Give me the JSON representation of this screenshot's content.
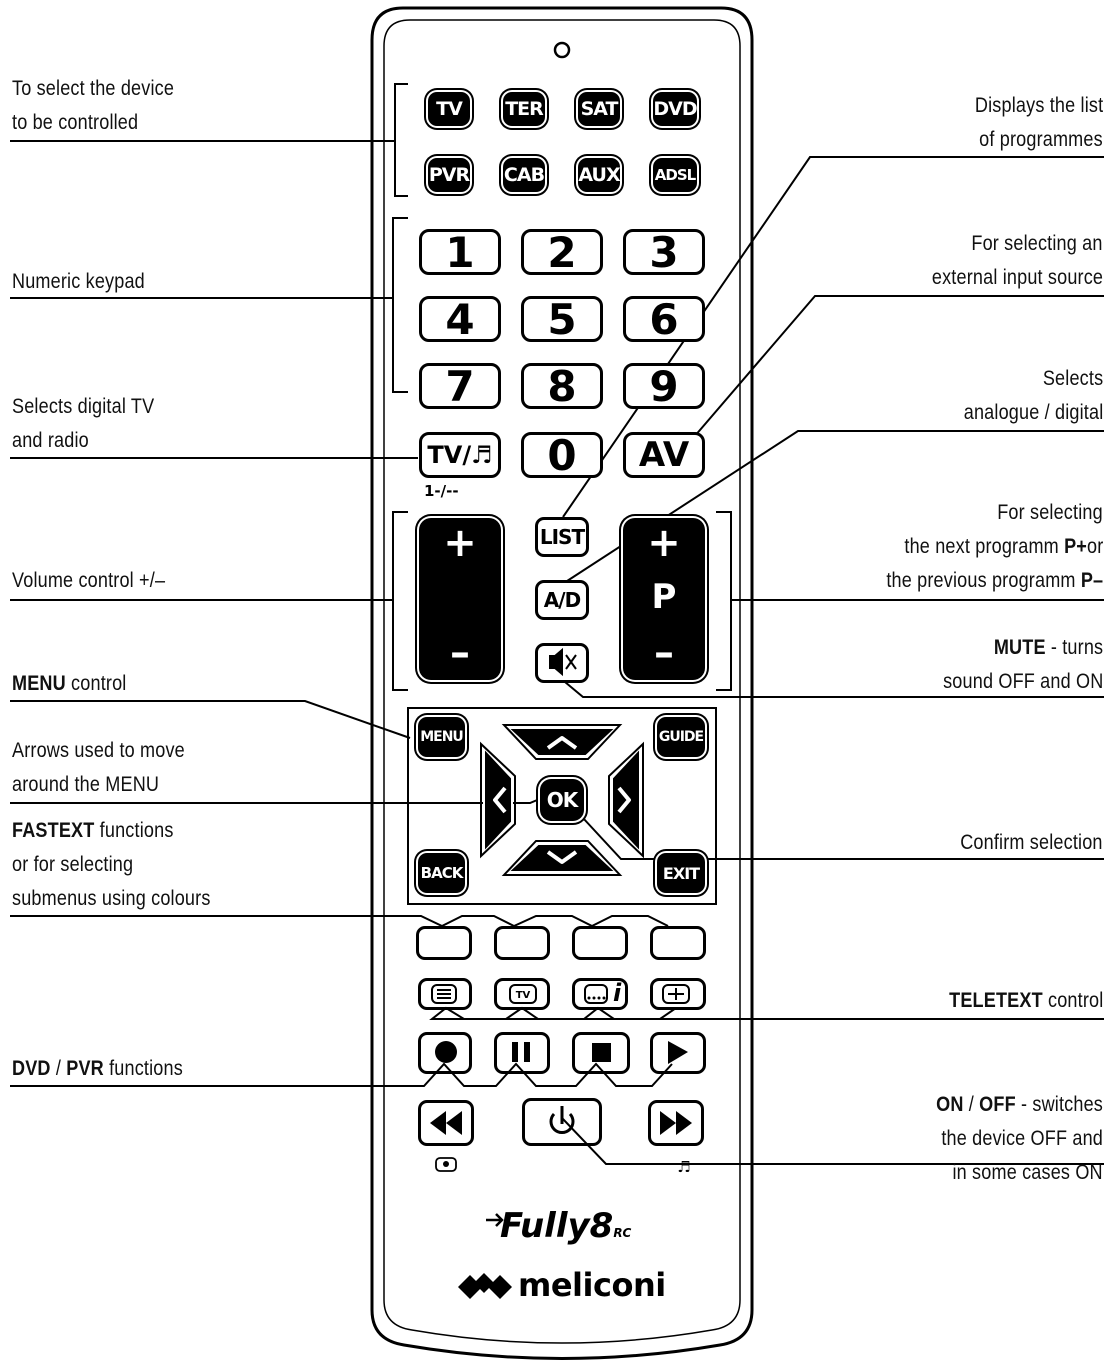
{
  "labels": {
    "device_select_line1": "To select the device",
    "device_select_line2": "to be controlled",
    "numeric_keypad": "Numeric keypad",
    "digital_tv_line1": "Selects digital TV",
    "digital_tv_line2": "and radio",
    "volume_control": "Volume control +/–",
    "menu_bold": "MENU",
    "menu_rest": " control",
    "arrows_line1": "Arrows used to move",
    "arrows_line2": "around  the MENU",
    "fastext_bold": "FASTEXT",
    "fastext_rest": " functions",
    "fastext_line2": "or  for selecting",
    "fastext_line3": "submenus using colours",
    "dvd_bold": "DVD",
    "dvd_sep": " / ",
    "pvr_bold": "PVR",
    "dvd_rest": " functions",
    "programmes_line1": "Displays the list",
    "programmes_line2": "of programmes",
    "external_line1": "For selecting an",
    "external_line2": "external input source",
    "analogue_line1": "Selects",
    "analogue_line2": "analogue / digital",
    "prog_line1": "For selecting",
    "prog_line2_pre": "the next programm ",
    "prog_line2_bold": "P+",
    "prog_line2_post": "or",
    "prog_line3_pre": "the previous programm ",
    "prog_line3_bold": "P–",
    "mute_bold": "MUTE",
    "mute_rest": " - turns",
    "mute_line2": "sound OFF and ON",
    "confirm": "Confirm selection",
    "teletext_bold": "TELETEXT",
    "teletext_rest": " control",
    "onoff_bold1": "ON",
    "onoff_sep": " / ",
    "onoff_bold2": "OFF",
    "onoff_rest": "  - switches",
    "onoff_line2": "the device OFF and",
    "onoff_line3": "in some cases ON"
  },
  "remote": {
    "device_buttons": [
      "TV",
      "TER",
      "SAT",
      "DVD",
      "PVR",
      "CAB",
      "AUX",
      "ADSL"
    ],
    "numbers": [
      "1",
      "2",
      "3",
      "4",
      "5",
      "6",
      "7",
      "8",
      "9"
    ],
    "zero": "0",
    "tv_radio": "TV/♬",
    "av": "AV",
    "digit_toggle": "1-/--",
    "list": "LIST",
    "ad": "A/D",
    "vol_plus": "+",
    "vol_minus": "–",
    "prog_plus": "+",
    "prog_p": "P",
    "prog_minus": "–",
    "menu": "MENU",
    "guide": "GUIDE",
    "back": "BACK",
    "exit": "EXIT",
    "ok": "OK",
    "teletext_info": "i",
    "brand_model": "Fully8",
    "brand_model_suffix": "RC",
    "brand_maker": "meliconi"
  }
}
